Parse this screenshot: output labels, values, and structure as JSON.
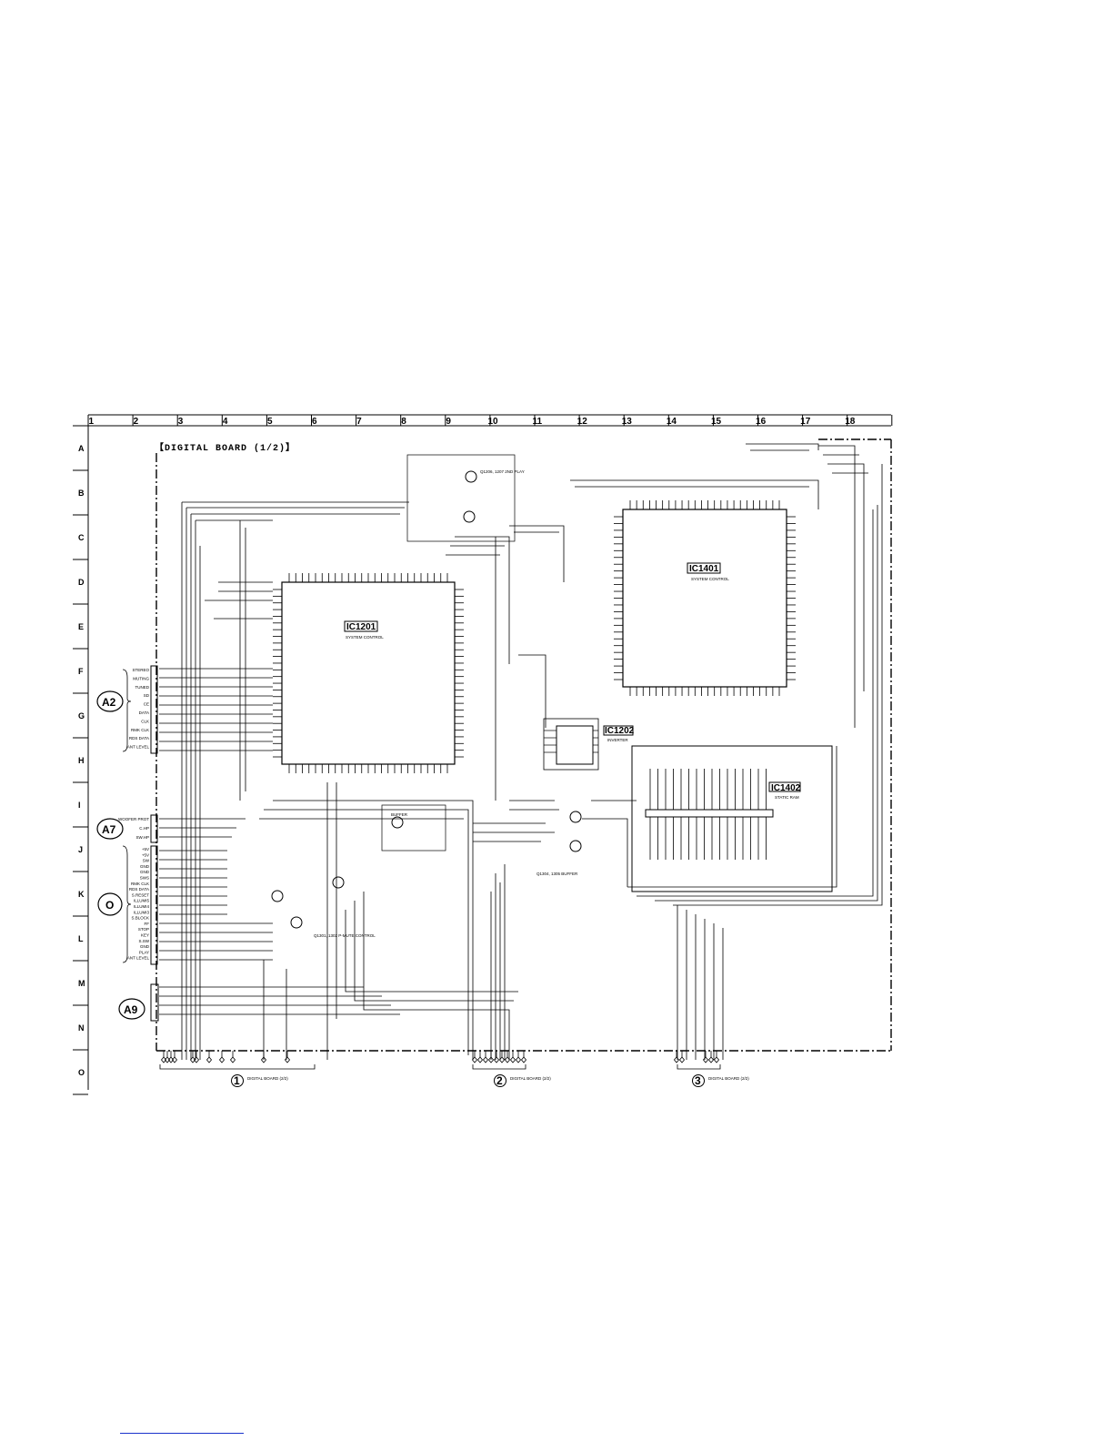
{
  "columns": [
    "1",
    "2",
    "3",
    "4",
    "5",
    "6",
    "7",
    "8",
    "9",
    "10",
    "11",
    "12",
    "13",
    "14",
    "15",
    "16",
    "17",
    "18"
  ],
  "rows": [
    "A",
    "B",
    "C",
    "D",
    "E",
    "F",
    "G",
    "H",
    "I",
    "J",
    "K",
    "L",
    "M",
    "N",
    "O"
  ],
  "board_title": "【DIGITAL BOARD (1/2)】",
  "ics": {
    "ic1201": {
      "name": "IC1201",
      "function": "SYSTEM CONTROL"
    },
    "ic1401": {
      "name": "IC1401",
      "function": "SYSTEM CONTROL"
    },
    "ic1202": {
      "name": "IC1202",
      "function": "INVERTER"
    },
    "ic1402": {
      "name": "IC1402",
      "function": "STATIC RAM"
    }
  },
  "transistors": {
    "q1206": "Q1206, 1207 2ND PLAY",
    "buffer": "BUFFER",
    "mute": "Q1301, 1302 P-MUTE CONTROL",
    "q1304": "Q1304, 1305 BUFFER"
  },
  "connectors": {
    "a2": {
      "label": "A2",
      "signals": [
        "STEREO",
        "MUTING",
        "TUNED",
        "SD",
        "CE",
        "DATA",
        "CLK",
        "RMK CLK",
        "RDS DATA",
        "ANT LEVEL"
      ]
    },
    "a7": {
      "label": "A7",
      "signals": [
        "WOOFER PROT",
        "C.HP",
        "SW.HP"
      ]
    },
    "o": {
      "label": "O",
      "signals": [
        "+5V",
        "+5V",
        "SW",
        "GND",
        "GND",
        "SWS",
        "RMK CLK",
        "RDS DATA",
        "S.RESET",
        "ILLUMI5",
        "ILLUMI4",
        "ILLUMI3",
        "S.BLOCK",
        "FF",
        "STOP",
        "KEY",
        "S.SW",
        "GND",
        "PLAY",
        "ANT LEVEL"
      ]
    },
    "a9": {
      "label": "A9"
    }
  },
  "footer": [
    {
      "num": "1",
      "text": "DIGITAL BOARD (2/2)"
    },
    {
      "num": "2",
      "text": "DIGITAL BOARD (2/2)"
    },
    {
      "num": "3",
      "text": "DIGITAL BOARD (2/2)"
    }
  ]
}
